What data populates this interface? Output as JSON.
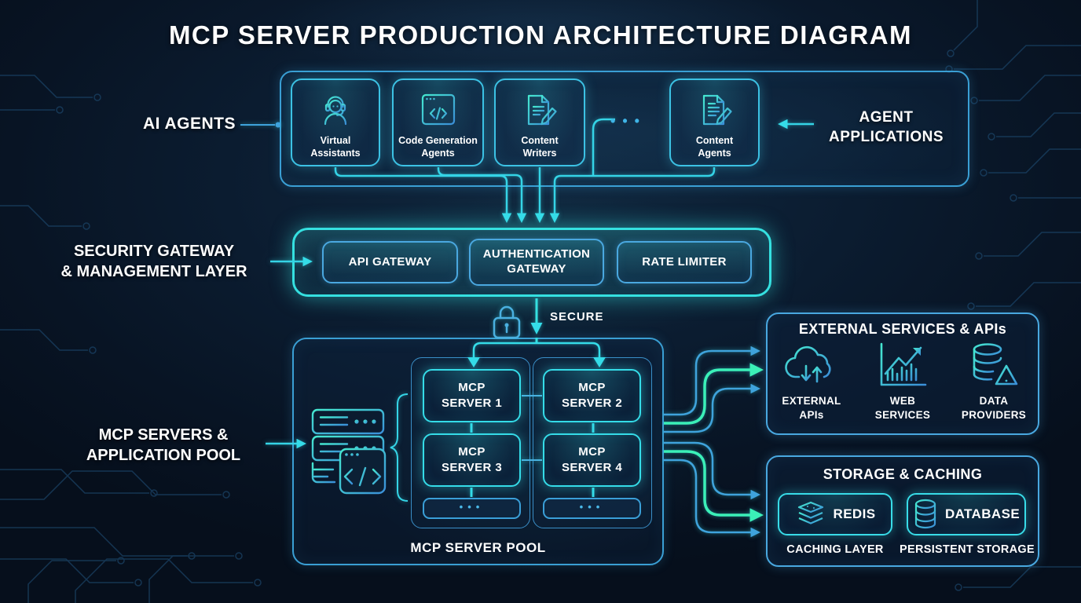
{
  "title": "MCP SERVER PRODUCTION ARCHITECTURE DIAGRAM",
  "colors": {
    "background": "#0a1a2e",
    "accent_teal": "#35dce8",
    "accent_blue": "#3fa3dc",
    "arrow_green": "#3bf0b8",
    "text_primary": "#ffffff"
  },
  "icons": {
    "agent_0": "headset-agent-icon",
    "agent_1": "code-window-icon",
    "agent_2": "document-pencil-icon",
    "agent_3": "document-pencil-icon",
    "secure": "lock-icon",
    "pool": "server-rack-icon",
    "external_0": "cloud-transfer-icon",
    "external_1": "analytics-chart-icon",
    "external_2": "database-alert-icon",
    "redis": "cache-layers-icon",
    "database": "database-cylinder-icon"
  },
  "left_labels": {
    "ai_agents": "AI AGENTS",
    "security_line1": "SECURITY GATEWAY",
    "security_line2": "& MANAGEMENT LAYER",
    "pool_line1": "MCP SERVERS &",
    "pool_line2": "APPLICATION POOL"
  },
  "agent_applications": {
    "line1": "AGENT",
    "line2": "APPLICATIONS"
  },
  "agents": {
    "items": [
      {
        "line1": "Virtual",
        "line2": "Assistants"
      },
      {
        "line1": "Code Generation",
        "line2": "Agents"
      },
      {
        "line1": "Content",
        "line2": "Writers"
      },
      {
        "line1": "Content",
        "line2": "Agents"
      }
    ],
    "ellipsis": "•••"
  },
  "gateway": {
    "items": [
      "API GATEWAY",
      "AUTHENTICATION GATEWAY",
      "RATE LIMITER"
    ],
    "secure_label": "SECURE"
  },
  "pool": {
    "servers": [
      {
        "line1": "MCP",
        "line2": "SERVER 1"
      },
      {
        "line1": "MCP",
        "line2": "SERVER 2"
      },
      {
        "line1": "MCP",
        "line2": "SERVER 3"
      },
      {
        "line1": "MCP",
        "line2": "SERVER 4"
      }
    ],
    "ellipsis": "•••",
    "label": "MCP SERVER POOL"
  },
  "external_services": {
    "title": "EXTERNAL SERVICES & APIs",
    "items": [
      {
        "line1": "EXTERNAL",
        "line2": "APIs"
      },
      {
        "line1": "WEB",
        "line2": "SERVICES"
      },
      {
        "line1": "DATA",
        "line2": "PROVIDERS"
      }
    ]
  },
  "storage": {
    "title": "STORAGE & CACHING",
    "redis_label": "REDIS",
    "database_label": "DATABASE",
    "caching_caption": "CACHING LAYER",
    "persistent_caption": "PERSISTENT STORAGE"
  }
}
